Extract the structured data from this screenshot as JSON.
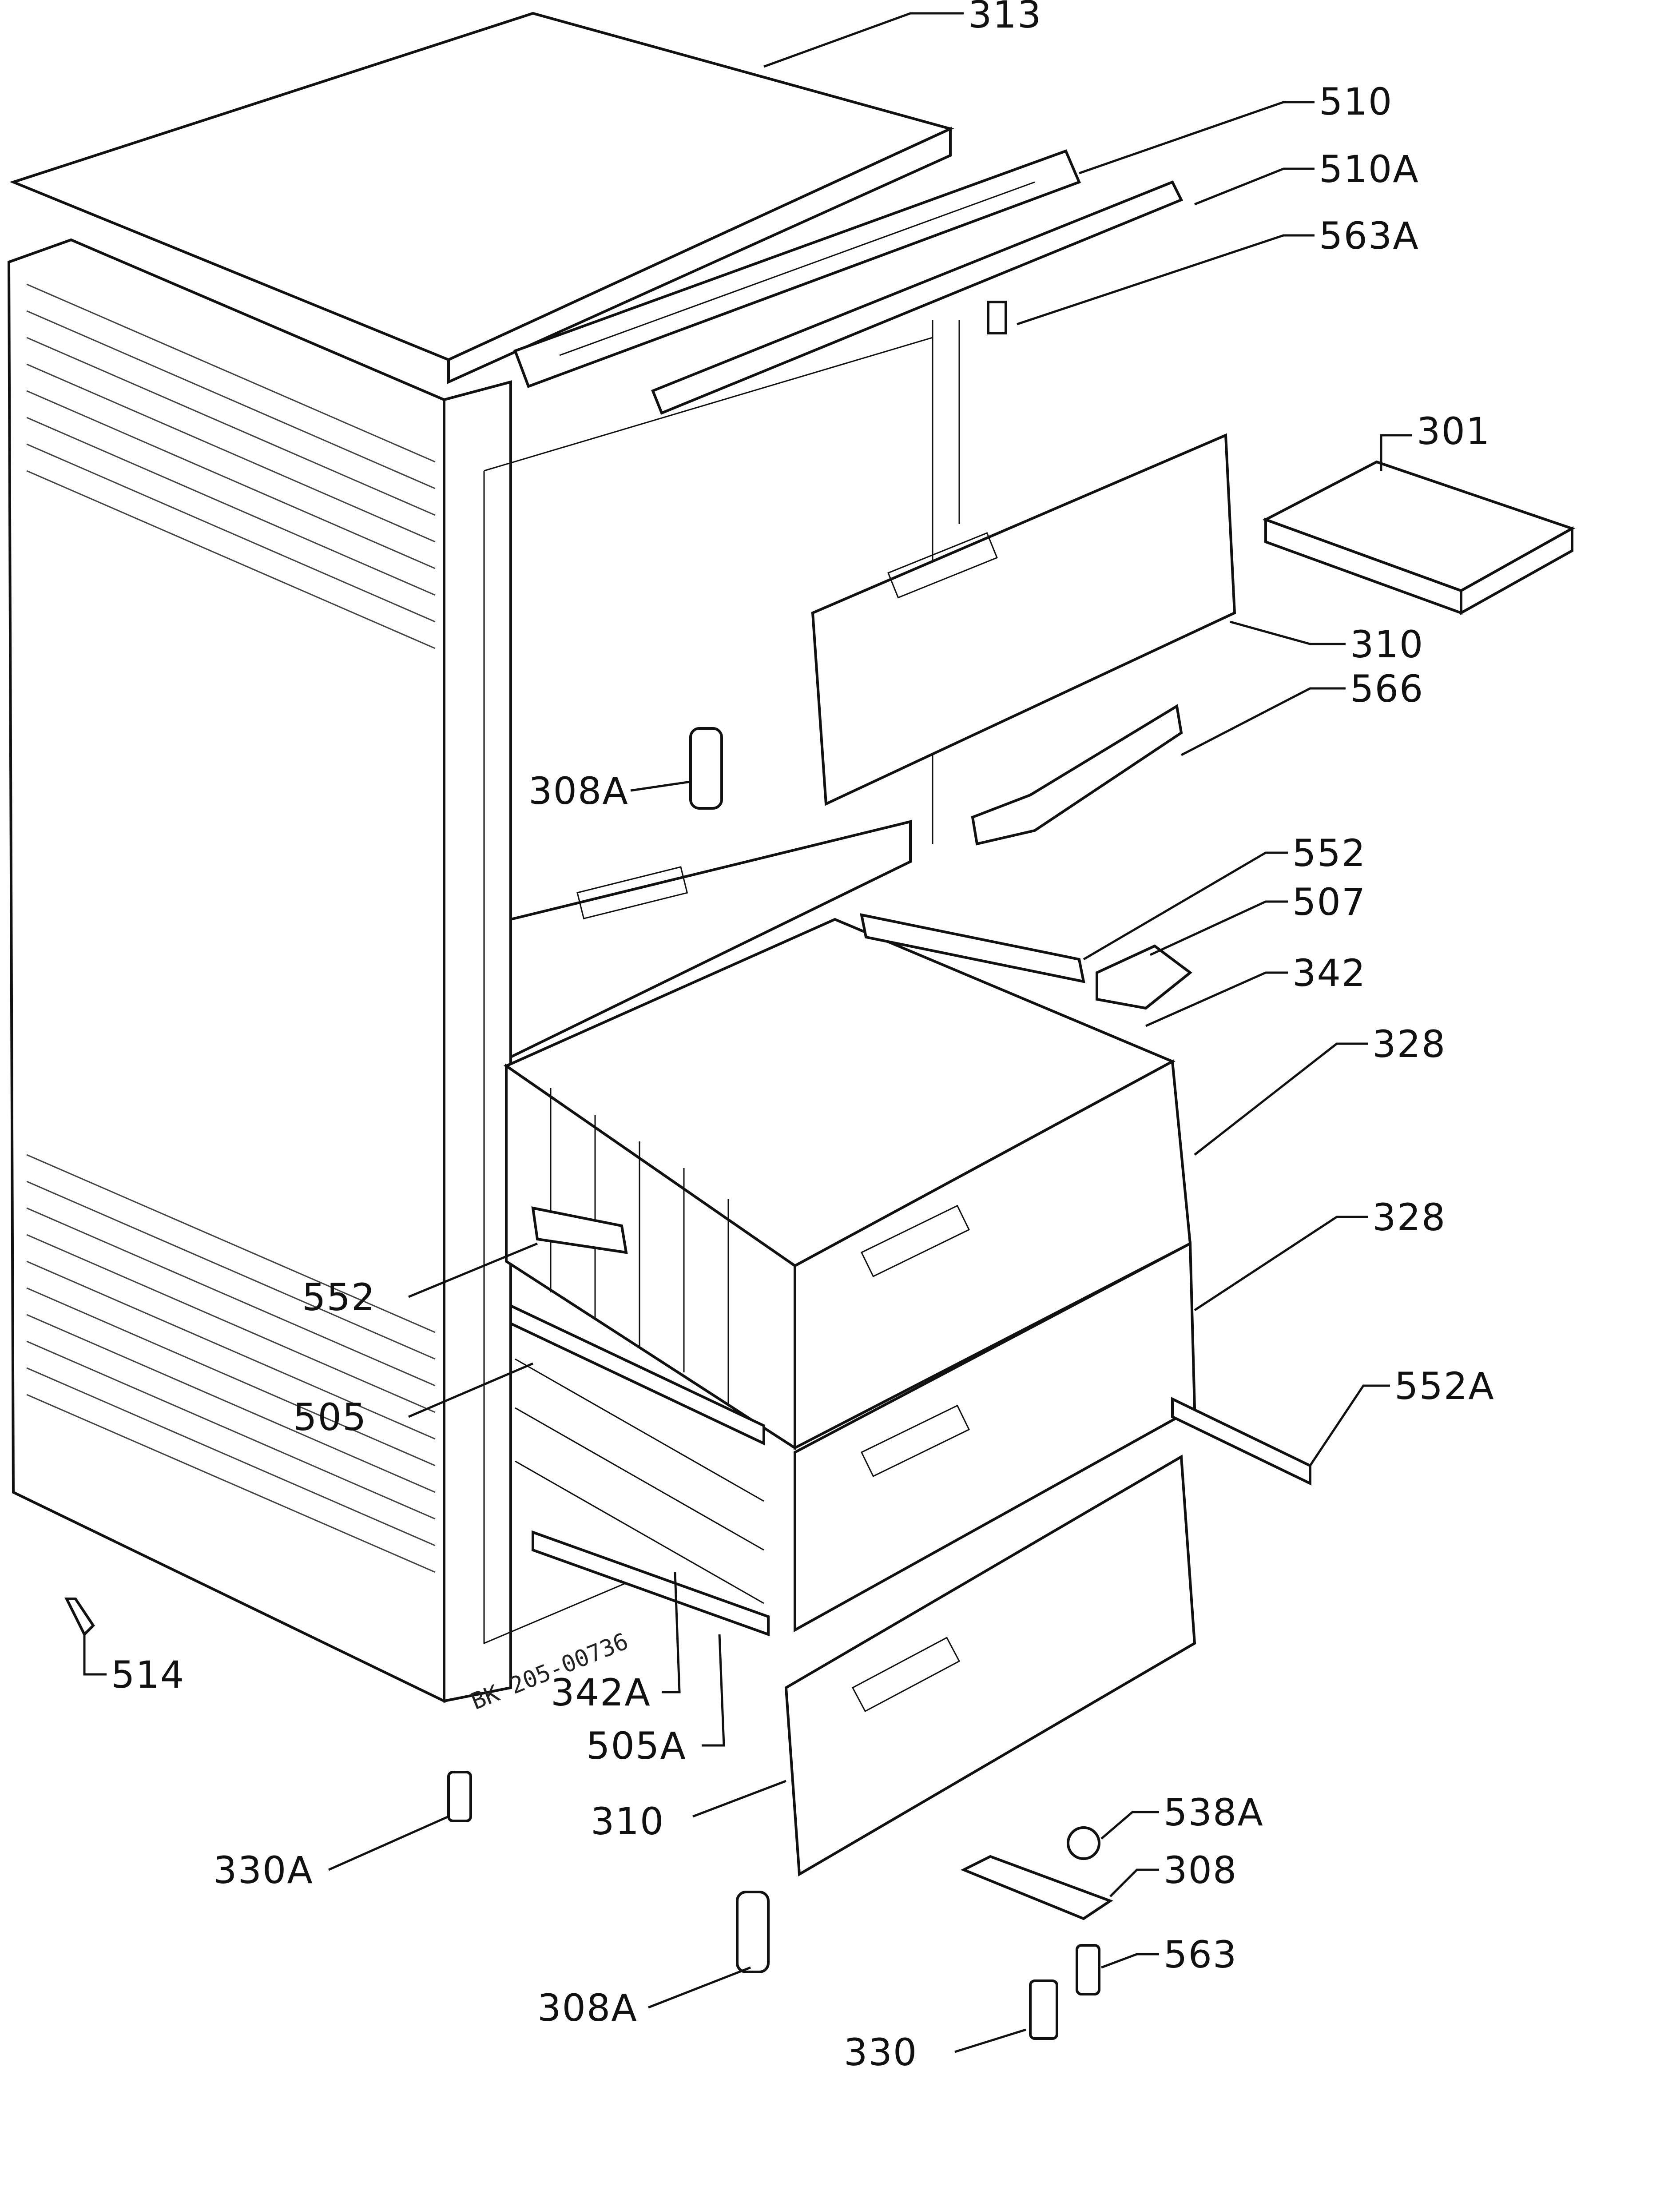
{
  "drawing_code": "BK 205-00736",
  "parts": [
    {
      "id": "p313",
      "label": "313"
    },
    {
      "id": "p510",
      "label": "510"
    },
    {
      "id": "p510a",
      "label": "510A"
    },
    {
      "id": "p563a",
      "label": "563A"
    },
    {
      "id": "p301",
      "label": "301"
    },
    {
      "id": "p310top",
      "label": "310"
    },
    {
      "id": "p566",
      "label": "566"
    },
    {
      "id": "p308a_top",
      "label": "308A"
    },
    {
      "id": "p552top",
      "label": "552"
    },
    {
      "id": "p507",
      "label": "507"
    },
    {
      "id": "p342",
      "label": "342"
    },
    {
      "id": "p328a",
      "label": "328"
    },
    {
      "id": "p328b",
      "label": "328"
    },
    {
      "id": "p552left",
      "label": "552"
    },
    {
      "id": "p552a",
      "label": "552A"
    },
    {
      "id": "p505",
      "label": "505"
    },
    {
      "id": "p514",
      "label": "514"
    },
    {
      "id": "p342a",
      "label": "342A"
    },
    {
      "id": "p505a",
      "label": "505A"
    },
    {
      "id": "p310bottom",
      "label": "310"
    },
    {
      "id": "p538a",
      "label": "538A"
    },
    {
      "id": "p330a",
      "label": "330A"
    },
    {
      "id": "p308",
      "label": "308"
    },
    {
      "id": "p563",
      "label": "563"
    },
    {
      "id": "p308a_bottom",
      "label": "308A"
    },
    {
      "id": "p330",
      "label": "330"
    }
  ]
}
